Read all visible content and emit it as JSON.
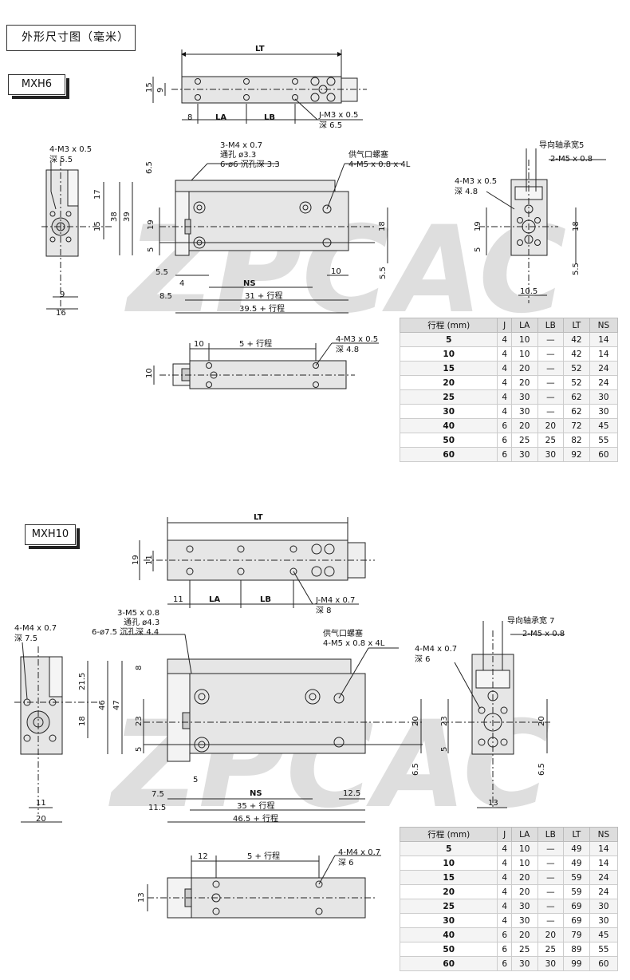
{
  "page_title": "外形尺寸图（毫米）",
  "watermark": "ZPCAC",
  "models": [
    {
      "name": "MXH6",
      "top_view": {
        "lt": "LT",
        "h15": "15",
        "h9": "9",
        "d8": "8",
        "la": "LA",
        "lb": "LB",
        "j_thread": "J-M3 x 0.5",
        "j_depth": "深 6.5"
      },
      "left_view": {
        "thread": "4-M3 x 0.5",
        "depth": "深 5.5",
        "d17": "17",
        "d15": "15",
        "d38": "38",
        "d39": "39",
        "d9": "9",
        "d16": "16"
      },
      "front_view": {
        "m4": "3-M4 x 0.7",
        "thru": "通孔 ø3.3",
        "cbore": "6-ø6 沉孔深 3.3",
        "plug": "供气口螺塞",
        "port": "4-M5 x 0.8 x 4L",
        "d65": "6.5",
        "d19": "19",
        "d5": "5",
        "d18": "18",
        "d55a": "5.5",
        "d4": "4",
        "ns": "NS",
        "d10": "10",
        "d55b": "5.5",
        "d85": "8.5",
        "len1": "31 + 行程",
        "len2": "39.5 + 行程"
      },
      "right_view": {
        "guide": "导向轴承宽5",
        "m5": "2-M5 x 0.8",
        "m3": "4-M3 x 0.5",
        "depth": "深 4.8",
        "d19": "19",
        "d5": "5",
        "d18": "18",
        "d55": "5.5",
        "d105": "10.5"
      },
      "bottom_view": {
        "d10a": "10",
        "stroke": "5 + 行程",
        "thread": "4-M3 x 0.5",
        "depth": "深 4.8",
        "d10b": "10"
      },
      "table": {
        "headers": [
          "行程 (mm)",
          "J",
          "LA",
          "LB",
          "LT",
          "NS"
        ],
        "rows": [
          [
            "5",
            "4",
            "10",
            "—",
            "42",
            "14"
          ],
          [
            "10",
            "4",
            "10",
            "—",
            "42",
            "14"
          ],
          [
            "15",
            "4",
            "20",
            "—",
            "52",
            "24"
          ],
          [
            "20",
            "4",
            "20",
            "—",
            "52",
            "24"
          ],
          [
            "25",
            "4",
            "30",
            "—",
            "62",
            "30"
          ],
          [
            "30",
            "4",
            "30",
            "—",
            "62",
            "30"
          ],
          [
            "40",
            "6",
            "20",
            "20",
            "72",
            "45"
          ],
          [
            "50",
            "6",
            "25",
            "25",
            "82",
            "55"
          ],
          [
            "60",
            "6",
            "30",
            "30",
            "92",
            "60"
          ]
        ]
      }
    },
    {
      "name": "MXH10",
      "top_view": {
        "lt": "LT",
        "h19": "19",
        "h11": "11",
        "d11": "11",
        "la": "LA",
        "lb": "LB",
        "j_thread": "J-M4 x 0.7",
        "j_depth": "深 8"
      },
      "left_view": {
        "thread": "4-M4 x 0.7",
        "depth": "深 7.5",
        "d215": "21.5",
        "d18": "18",
        "d46": "46",
        "d47": "47",
        "d11": "11",
        "d20": "20"
      },
      "front_view": {
        "m5": "3-M5 x 0.8",
        "thru": "通孔 ø4.3",
        "cbore": "6-ø7.5 沉孔深 4.4",
        "plug": "供气口螺塞",
        "port": "4-M5 x 0.8 x 4L",
        "d8": "8",
        "d23": "23",
        "d5": "5",
        "d20": "20",
        "d65": "6.5",
        "d5b": "5",
        "d75": "7.5",
        "ns": "NS",
        "d125": "12.5",
        "d115": "11.5",
        "len1": "35 + 行程",
        "len2": "46.5 + 行程"
      },
      "right_view": {
        "guide": "导向轴承宽 7",
        "m5": "2-M5 x 0.8",
        "m4": "4-M4 x 0.7",
        "depth": "深 6",
        "d23": "23",
        "d5": "5",
        "d20": "20",
        "d65": "6.5",
        "d13": "13"
      },
      "bottom_view": {
        "d12": "12",
        "stroke": "5 + 行程",
        "thread": "4-M4 x 0.7",
        "depth": "深 6",
        "d13": "13"
      },
      "table": {
        "headers": [
          "行程 (mm)",
          "J",
          "LA",
          "LB",
          "LT",
          "NS"
        ],
        "rows": [
          [
            "5",
            "4",
            "10",
            "—",
            "49",
            "14"
          ],
          [
            "10",
            "4",
            "10",
            "—",
            "49",
            "14"
          ],
          [
            "15",
            "4",
            "20",
            "—",
            "59",
            "24"
          ],
          [
            "20",
            "4",
            "20",
            "—",
            "59",
            "24"
          ],
          [
            "25",
            "4",
            "30",
            "—",
            "69",
            "30"
          ],
          [
            "30",
            "4",
            "30",
            "—",
            "69",
            "30"
          ],
          [
            "40",
            "6",
            "20",
            "20",
            "79",
            "45"
          ],
          [
            "50",
            "6",
            "25",
            "25",
            "89",
            "55"
          ],
          [
            "60",
            "6",
            "30",
            "30",
            "99",
            "60"
          ]
        ]
      }
    }
  ]
}
